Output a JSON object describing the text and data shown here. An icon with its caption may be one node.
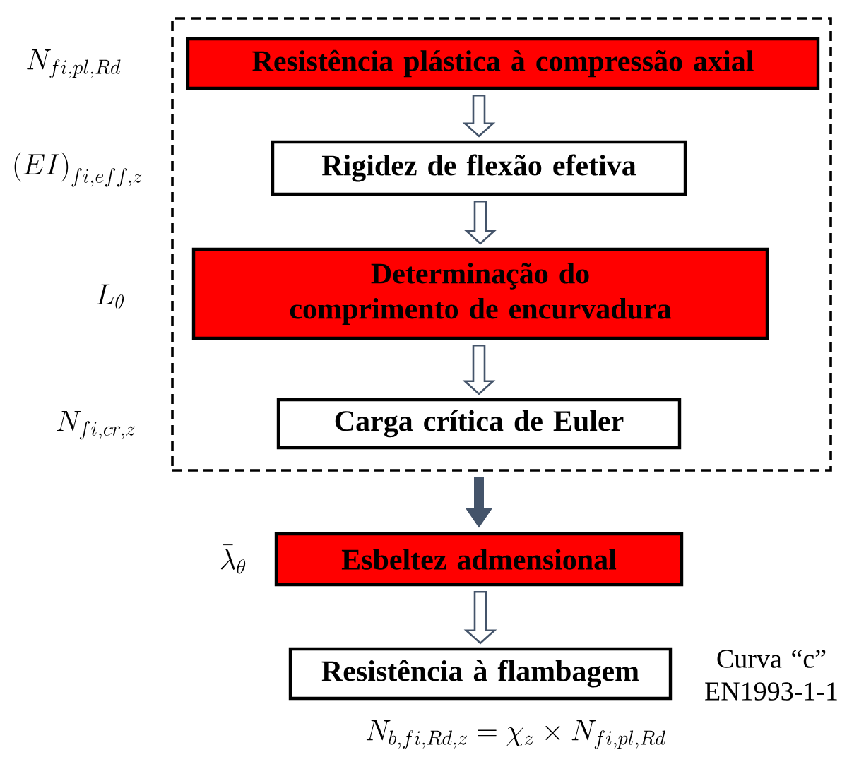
{
  "diagram": {
    "nodes": [
      {
        "text": [],
        "shape": "box"
      },
      {
        "text": [
          "Resistência plástica à compressão axial"
        ],
        "in": 0
      },
      {
        "text": [
          "Rigidez de flexão efetiva"
        ],
        "in": 0
      },
      {
        "text": [
          "Determinação do comprimento de encurvadura"
        ],
        "in": 0
      },
      {
        "text": [
          "Carga crítica de Euler"
        ],
        "in": 0
      },
      {
        "text": [
          "Esbeltez admensional"
        ],
        "beside": [
          "\\bar{\\lambda}_{\\theta}"
        ]
      },
      {
        "text": [
          "Resistência à flambagem"
        ],
        "beside": [
          "Curva “c” EN1993-1-1",
          "N_{b,fi,Rd,z} = \\chi_{z} \\times N_{fi,pl,Rd}"
        ]
      }
    ],
    "edges": [
      {
        "from": 1,
        "to": 2,
        "arrow": "to"
      },
      {
        "from": 2,
        "to": 3,
        "arrow": "to"
      },
      {
        "from": 3,
        "to": 4,
        "arrow": "to"
      },
      {
        "from": 0,
        "to": 5,
        "arrow": "to"
      },
      {
        "from": 5,
        "to": 6,
        "arrow": "to"
      }
    ],
    "labels": [
      "N_{fi,pl,Rd}",
      "\\left(EI\\right)_{fi,eff,z}",
      "L_{\\theta}",
      "N_{fi,cr,z}"
    ]
  }
}
